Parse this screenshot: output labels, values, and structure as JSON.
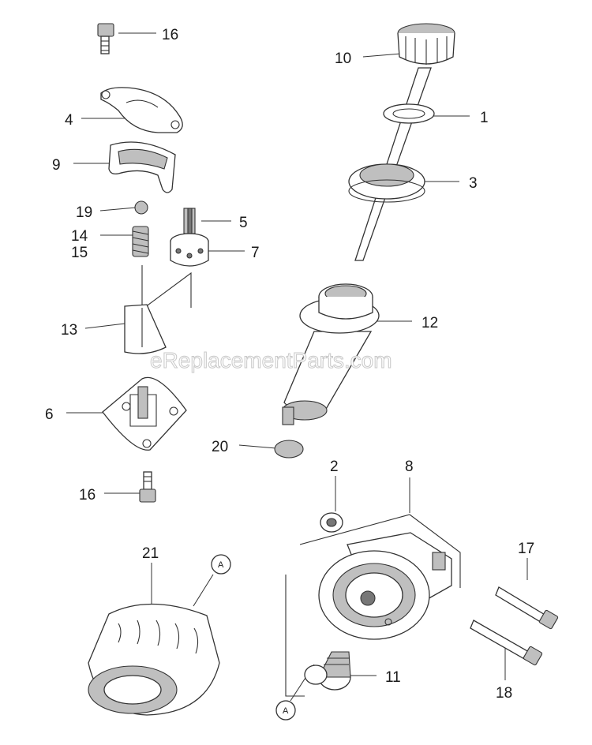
{
  "watermark": "eReplacementParts.com",
  "callouts": [
    {
      "id": "A1",
      "text": "A"
    },
    {
      "id": "A2",
      "text": "A"
    }
  ],
  "labels": [
    {
      "id": "l16a",
      "text": "16"
    },
    {
      "id": "l4",
      "text": "4"
    },
    {
      "id": "l9",
      "text": "9"
    },
    {
      "id": "l19",
      "text": "19"
    },
    {
      "id": "l14",
      "text": "14"
    },
    {
      "id": "l15",
      "text": "15"
    },
    {
      "id": "l5",
      "text": "5"
    },
    {
      "id": "l7",
      "text": "7"
    },
    {
      "id": "l13",
      "text": "13"
    },
    {
      "id": "l6",
      "text": "6"
    },
    {
      "id": "l16b",
      "text": "16"
    },
    {
      "id": "l20",
      "text": "20"
    },
    {
      "id": "l10",
      "text": "10"
    },
    {
      "id": "l1",
      "text": "1"
    },
    {
      "id": "l3",
      "text": "3"
    },
    {
      "id": "l12",
      "text": "12"
    },
    {
      "id": "l2",
      "text": "2"
    },
    {
      "id": "l8",
      "text": "8"
    },
    {
      "id": "l21",
      "text": "21"
    },
    {
      "id": "l17",
      "text": "17"
    },
    {
      "id": "l11",
      "text": "11"
    },
    {
      "id": "l18",
      "text": "18"
    }
  ]
}
